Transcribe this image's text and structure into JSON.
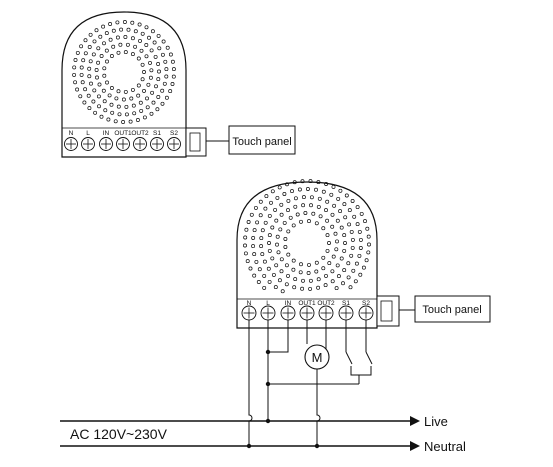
{
  "diagram": {
    "module_top": {
      "terminals": [
        "N",
        "L",
        "IN",
        "OUT1",
        "OUT2",
        "S1",
        "S2"
      ],
      "touch_panel_label": "Touch panel"
    },
    "module_bottom": {
      "terminals": [
        "N",
        "L",
        "IN",
        "OUT1",
        "OUT2",
        "S1",
        "S2"
      ],
      "touch_panel_label": "Touch panel",
      "motor_label": "M"
    },
    "power": {
      "supply_label": "AC 120V~230V",
      "live_label": "Live",
      "neutral_label": "Neutral"
    },
    "colors": {
      "line": "#111111",
      "background": "#ffffff"
    }
  }
}
